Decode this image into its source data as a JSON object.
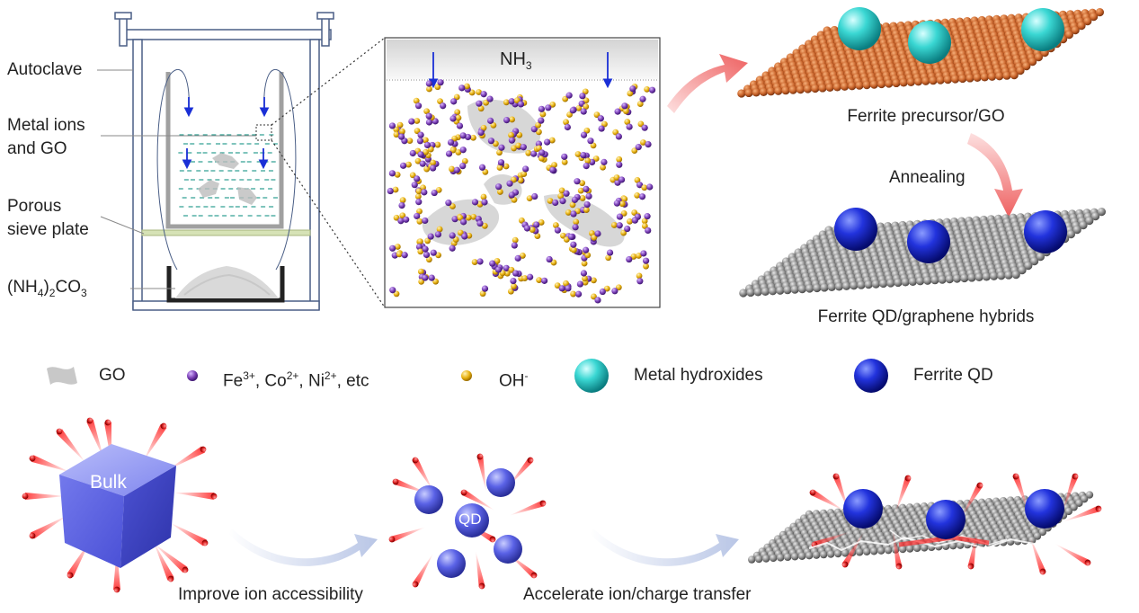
{
  "autoclave": {
    "autoclave_label": "Autoclave",
    "metal_ions_line1": "Metal ions",
    "metal_ions_line2": "and GO",
    "porous_line1": "Porous",
    "porous_line2": "sieve plate",
    "carbonate_pre": "(NH",
    "carbonate_sub1": "4",
    "carbonate_mid": ")",
    "carbonate_sub2": "2",
    "carbonate_post": "CO",
    "carbonate_sub3": "3"
  },
  "zoom": {
    "nh3_main": "NH",
    "nh3_sub": "3"
  },
  "right_panel": {
    "precursor_label": "Ferrite precursor/GO",
    "annealing_label": "Annealing",
    "hybrid_label": "Ferrite QD/graphene hybrids"
  },
  "legend": {
    "go": "GO",
    "ions_fe": "Fe",
    "ions_fe_sup": "3+",
    "ions_co": ", Co",
    "ions_co_sup": "2+",
    "ions_ni": ", Ni",
    "ions_ni_sup": "2+",
    "ions_etc": ", etc",
    "oh": "OH",
    "oh_sup": "-",
    "hydroxides": "Metal hydroxides",
    "ferrite_qd": "Ferrite QD"
  },
  "bottom": {
    "bulk_label": "Bulk",
    "qd_label": "QD",
    "improve_label": "Improve ion accessibility",
    "accelerate_label": "Accelerate ion/charge transfer"
  },
  "colors": {
    "copper": "#c8632a",
    "graphene": "#8a8a8a",
    "cyan": "#2fd3cf",
    "blue": "#1f2fd0",
    "purple": "#7a3fb5",
    "gold": "#e8b10f",
    "arrow_red": "#ee6d6d",
    "cube": "#5b63e0"
  }
}
